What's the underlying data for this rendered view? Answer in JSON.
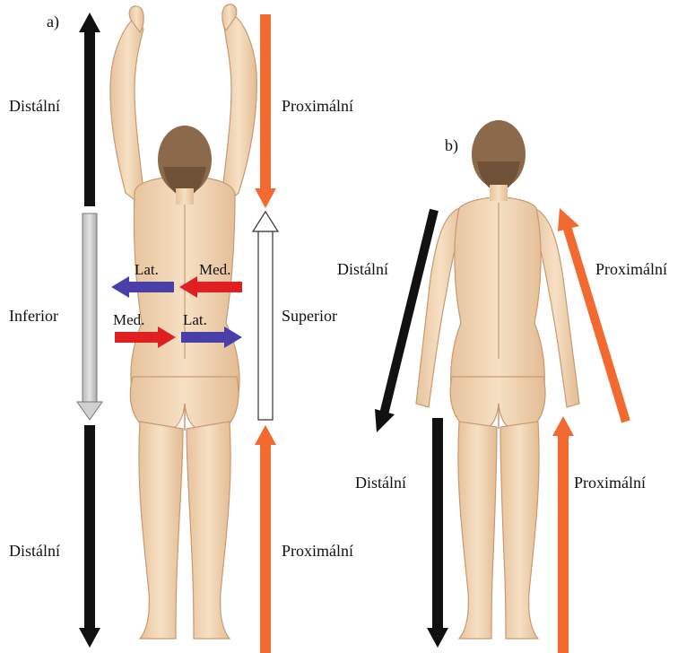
{
  "panels": {
    "a": {
      "panel_label": "a)",
      "upper_left": "Distální",
      "upper_right": "Proximální",
      "middle_left": "Inferior",
      "middle_right": "Superior",
      "lower_left": "Distální",
      "lower_right": "Proximální",
      "lateral_left": "Lat.",
      "medial_right": "Med.",
      "medial_left": "Med.",
      "lateral_right": "Lat."
    },
    "b": {
      "panel_label": "b)",
      "upper_left": "Distální",
      "upper_right": "Proximální",
      "lower_left": "Distální",
      "lower_right": "Proximální"
    }
  },
  "colors": {
    "distal_arrow": "#111111",
    "proximal_arrow": "#f26a30",
    "inferior_arrow": "#c8c8c8",
    "superior_arrow": "#ffffff",
    "medial_arrow": "#e02020",
    "lateral_arrow": "#4a3fa8",
    "skin": "#f3d8b8",
    "skin_shade": "#d9b48e",
    "hair": "#8a6a4a"
  },
  "icons": [
    "human-figure-back-arms-raised",
    "human-figure-back-arms-down"
  ]
}
